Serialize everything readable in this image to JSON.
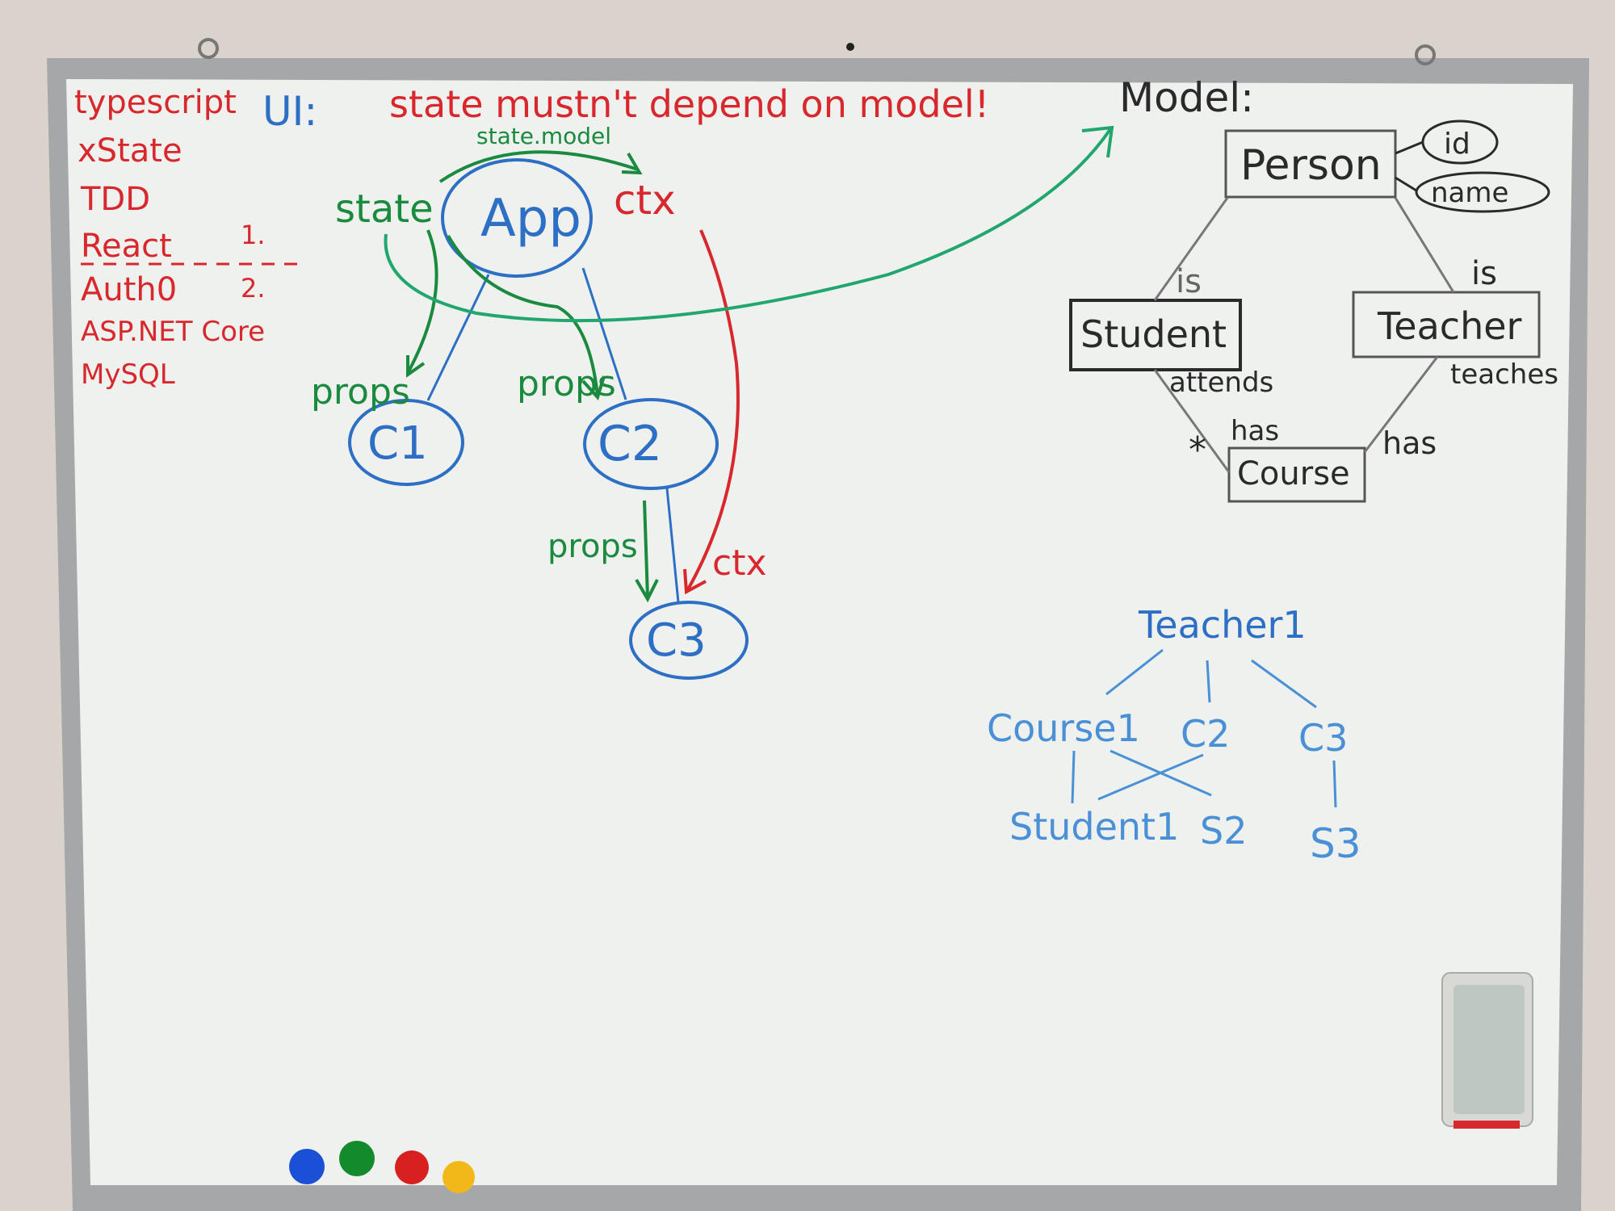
{
  "colors": {
    "wall": "#d9d3cc",
    "frame": "#a9a9a9",
    "board": "#f2f4f2",
    "red_marker": "#d8282e",
    "green_marker": "#1a8a3e",
    "blue_marker": "#2d6fc4",
    "light_blue_marker": "#4a90d6",
    "black_marker": "#2a2a2a"
  },
  "left_list": {
    "items": [
      "typescript",
      "xState",
      "TDD",
      "React",
      "Auth0",
      "ASP.NET Core",
      "MySQL"
    ],
    "numbers": [
      "1.",
      "2."
    ]
  },
  "ui_section": {
    "heading": "UI:",
    "rule": "state mustn't depend on model!",
    "state_label": "state",
    "state_model_label": "state.model",
    "app_label": "App",
    "ctx_label": "ctx",
    "props_label": "props",
    "c1_label": "C1",
    "c2_label": "C2",
    "c3_label": "C3"
  },
  "model_section": {
    "heading": "Model:",
    "person": "Person",
    "id_attr": "id",
    "name_attr": "name",
    "student": "Student",
    "teacher": "Teacher",
    "course": "Course",
    "is_label": "is",
    "attends_label": "attends",
    "teaches_label": "teaches",
    "has_label": "has",
    "multiplicity": "*"
  },
  "instance_section": {
    "teacher": "Teacher1",
    "courses": [
      "Course1",
      "C2",
      "C3"
    ],
    "students": [
      "Student1",
      "S2",
      "S3"
    ]
  },
  "magnets": {
    "colors": [
      "#1a4fd6",
      "#138a2c",
      "#d8201f",
      "#f2b81a"
    ]
  }
}
